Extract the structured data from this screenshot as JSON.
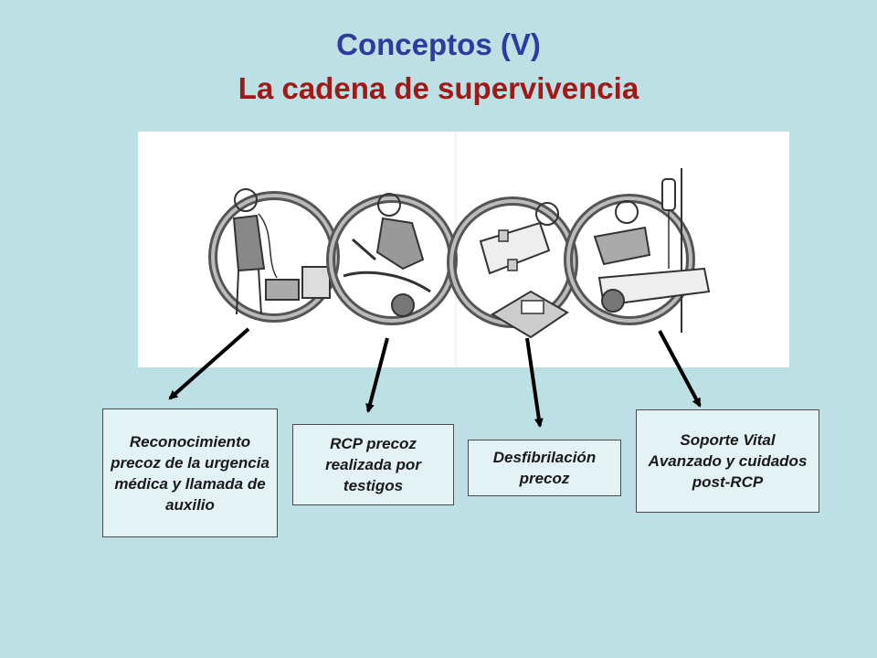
{
  "title_line1": "Conceptos (V)",
  "title_line2": "La cadena de supervivencia",
  "colors": {
    "background": "#bce0e3",
    "title1": "#2e3a9e",
    "title2": "#a01818",
    "box_fill": "#e3f2f4"
  },
  "illustration": {
    "icons": [
      "phone-call-icon",
      "cpr-icon",
      "defibrillator-icon",
      "advanced-care-icon"
    ]
  },
  "links": [
    {
      "label": "Reconocimiento precoz de la urgencia médica y llamada de auxilio"
    },
    {
      "label": "RCP precoz realizada por testigos"
    },
    {
      "label": "Desfibrilación precoz"
    },
    {
      "label": "Soporte Vital Avanzado y cuidados post-RCP"
    }
  ]
}
